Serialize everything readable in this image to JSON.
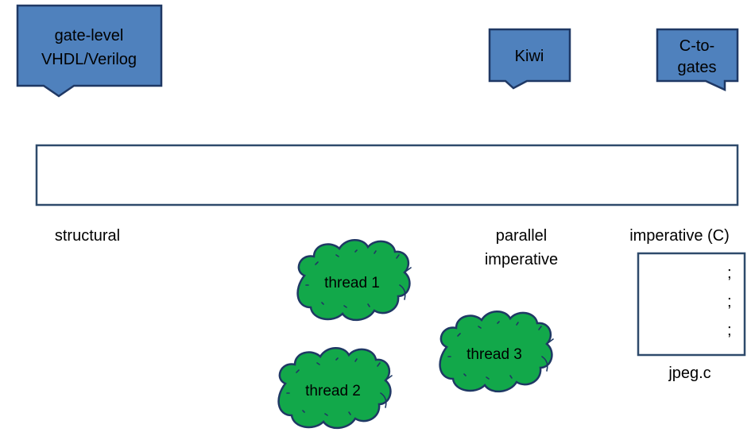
{
  "callouts": [
    {
      "id": "gate-level",
      "lines": [
        "gate-level",
        "VHDL/Verilog"
      ]
    },
    {
      "id": "kiwi",
      "lines": [
        "Kiwi"
      ]
    },
    {
      "id": "c-to-gates",
      "lines": [
        "C-to-",
        "gates"
      ]
    }
  ],
  "spectrum_labels": {
    "structural": "structural",
    "parallel_imperative": [
      "parallel",
      "imperative"
    ],
    "imperative_c": "imperative (C)"
  },
  "threads": [
    {
      "label": "thread 1"
    },
    {
      "label": "thread 2"
    },
    {
      "label": "thread 3"
    }
  ],
  "source_file": {
    "lines": [
      ";",
      ";",
      ";"
    ],
    "filename": "jpeg.c"
  },
  "colors": {
    "callout_fill": "#4f81bd",
    "callout_stroke": "#1f3864",
    "cloud_fill": "#12a84a",
    "cloud_stroke": "#1f3864",
    "box_stroke": "#2e4a6b"
  }
}
